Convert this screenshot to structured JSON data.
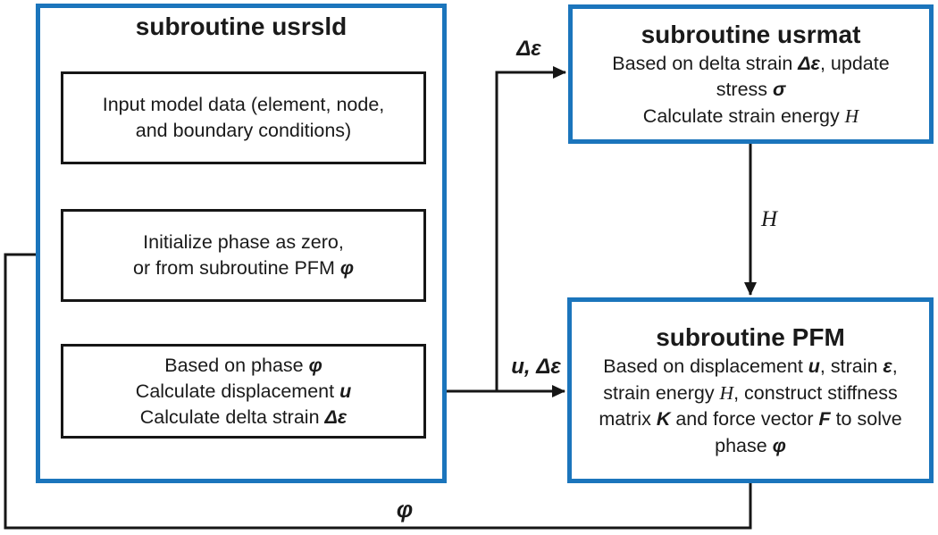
{
  "colors": {
    "accent_blue": "#1b75bc",
    "line_black": "#161616"
  },
  "containers": {
    "usrsld": {
      "title": "subroutine usrsld",
      "steps": [
        {
          "name": "input-model-data",
          "lines": [
            [
              {
                "t": "Input model data (element, node,"
              }
            ],
            [
              {
                "t": "and boundary conditions)"
              }
            ]
          ]
        },
        {
          "name": "initialize-phase",
          "lines": [
            [
              {
                "t": "Initialize phase as zero,"
              }
            ],
            [
              {
                "t": "or from subroutine PFM "
              },
              {
                "t": "φ",
                "c": "sym"
              }
            ]
          ]
        },
        {
          "name": "calculate-displacement-strain",
          "lines": [
            [
              {
                "t": "Based on phase "
              },
              {
                "t": "φ",
                "c": "sym"
              }
            ],
            [
              {
                "t": "Calculate displacement "
              },
              {
                "t": "u",
                "c": "sym"
              }
            ],
            [
              {
                "t": "Calculate delta strain "
              },
              {
                "t": "Δε",
                "c": "sym"
              }
            ]
          ]
        }
      ]
    },
    "usrmat": {
      "title": "subroutine usrmat",
      "lines": [
        [
          {
            "t": "Based on delta strain "
          },
          {
            "t": "Δε",
            "c": "sym"
          },
          {
            "t": ", update"
          }
        ],
        [
          {
            "t": "stress "
          },
          {
            "t": "σ",
            "c": "sym"
          }
        ],
        [
          {
            "t": "Calculate strain energy "
          },
          {
            "t": "H",
            "c": "ser"
          }
        ]
      ]
    },
    "pfm": {
      "title": "subroutine PFM",
      "lines": [
        [
          {
            "t": "Based on displacement "
          },
          {
            "t": "u",
            "c": "sym"
          },
          {
            "t": ", strain "
          },
          {
            "t": "ε",
            "c": "sym"
          },
          {
            "t": ","
          }
        ],
        [
          {
            "t": "strain energy "
          },
          {
            "t": "H",
            "c": "ser"
          },
          {
            "t": ", construct stiffness"
          }
        ],
        [
          {
            "t": "matrix "
          },
          {
            "t": "K",
            "c": "sym"
          },
          {
            "t": " and force vector "
          },
          {
            "t": "F",
            "c": "sym"
          },
          {
            "t": " to solve"
          }
        ],
        [
          {
            "t": "phase "
          },
          {
            "t": "φ",
            "c": "sym"
          }
        ]
      ]
    }
  },
  "arrow_labels": {
    "delta_eps": "Δε",
    "u_delta_eps": "u, Δε",
    "strain_energy": "H",
    "phi": "φ"
  }
}
